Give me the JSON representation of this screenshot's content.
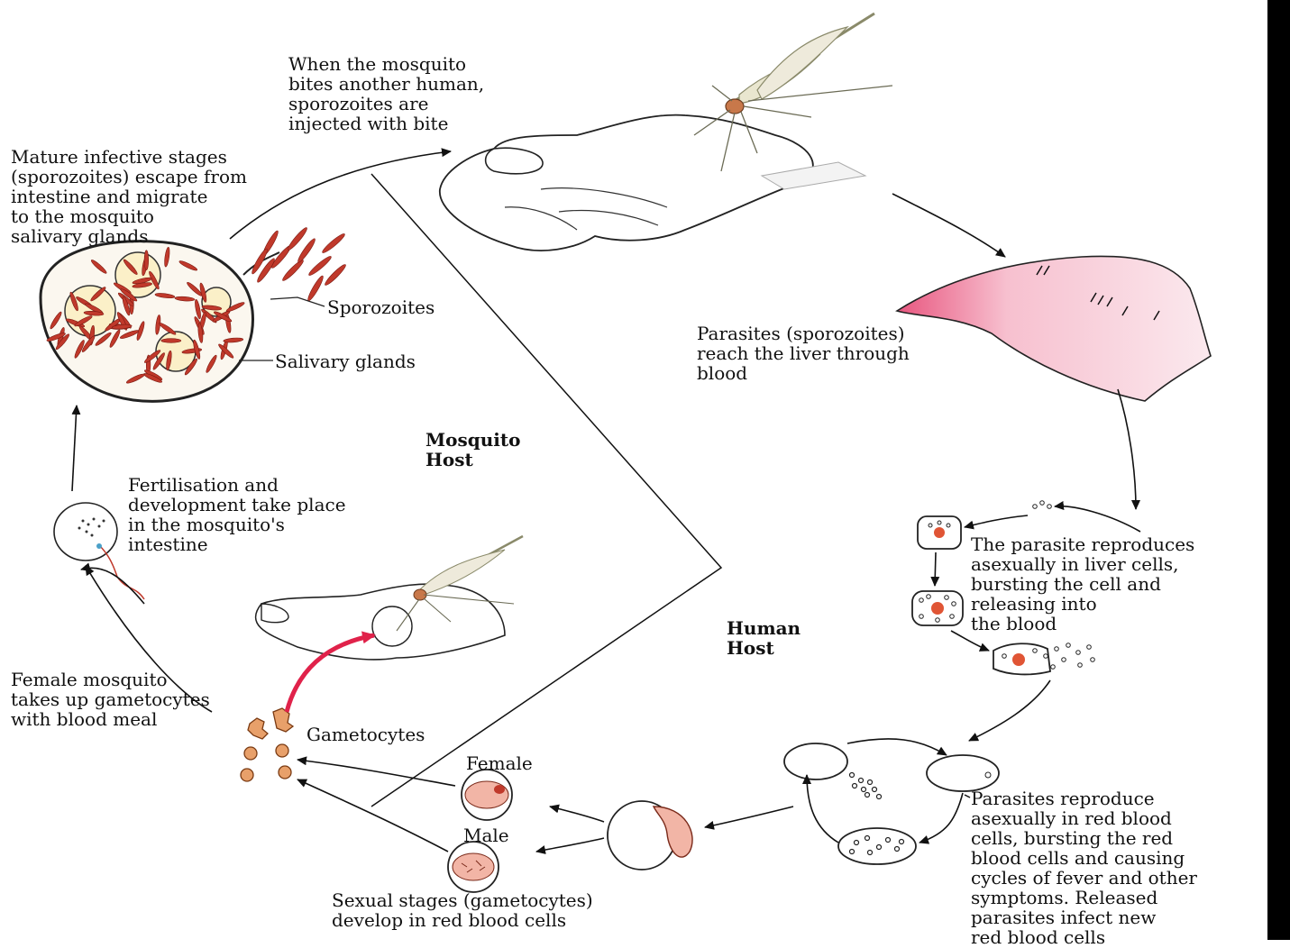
{
  "labels": {
    "bite_another": "When the mosquito\nbites another human,\nsporozoites are\ninjected with bite",
    "mature_stages": "Mature infective stages\n(sporozoites) escape from\nintestine and migrate\nto the mosquito\nsalivary glands",
    "sporozoites": "Sporozoites",
    "salivary_glands": "Salivary glands",
    "liver": "Parasites (sporozoites)\nreach the liver through\nblood",
    "mosquito_host": "Mosquito\nHost",
    "fertilisation": "Fertilisation and\ndevelopment take place\nin the mosquito's\nintestine",
    "liver_reproduce": "The parasite reproduces\nasexually in liver cells,\nbursting the cell and\nreleasing into\nthe blood",
    "human_host": "Human\nHost",
    "female_takes": "Female mosquito\ntakes up gametocytes\nwith blood meal",
    "gametocytes": "Gametocytes",
    "female": "Female",
    "male": "Male",
    "rbc_reproduce": "Parasites reproduce\nasexually in red blood\ncells, bursting the red\nblood cells and causing\ncycles of fever and other\nsymptoms. Released\nparasites infect new\nred blood cells",
    "sexual_stages": "Sexual stages (gametocytes)\ndevelop in red blood cells"
  },
  "colors": {
    "sporozoite_red": "#c0392b",
    "liver_pink": "#e8567f",
    "gametocyte_orange": "#e07b3a",
    "arrow_red": "#e0224a"
  },
  "icons": [
    "mosquito-icon",
    "hand-icon",
    "liver-icon",
    "salivary-gland-icon",
    "cell-icon"
  ]
}
